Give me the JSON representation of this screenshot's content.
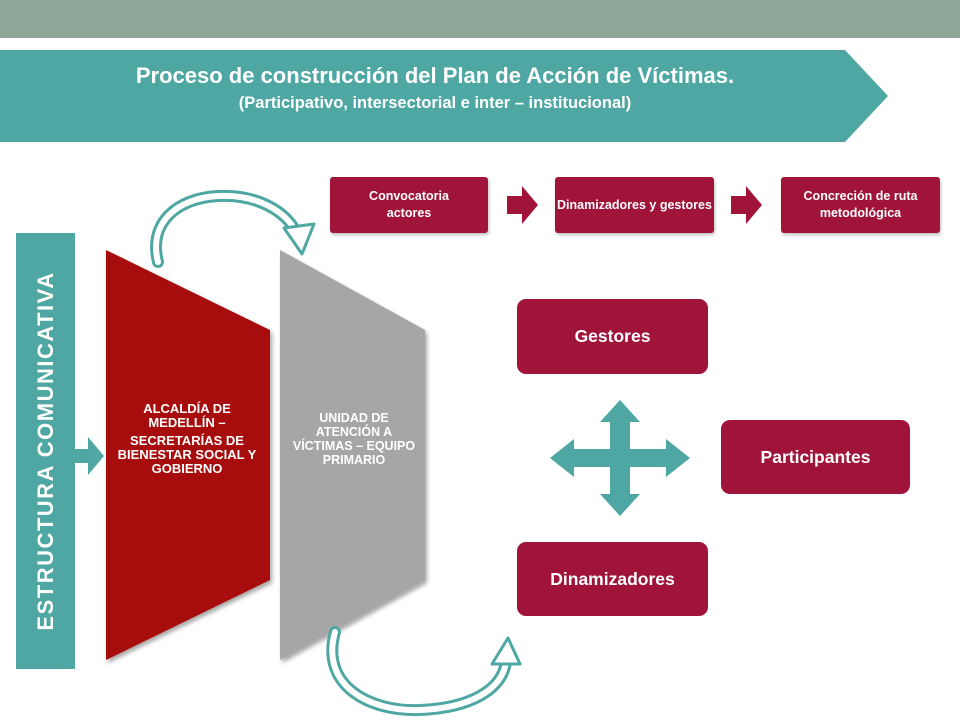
{
  "header": {
    "title": "Proceso de construcción del Plan de Acción de Víctimas.",
    "subtitle": "(Participativo, intersectorial e inter – institucional)"
  },
  "sidebar": {
    "label": "ESTRUCTURA COMUNICATIVA"
  },
  "left_block": {
    "line1": "ALCALDÍA DE MEDELLÍN –",
    "line2": "SECRETARÍAS DE BIENESTAR SOCIAL Y GOBIERNO"
  },
  "right_block": {
    "text": "UNIDAD DE ATENCIÓN A VÍCTIMAS – EQUIPO PRIMARIO"
  },
  "steps": {
    "step1_line1": "Convocatoria",
    "step1_line2": "actores",
    "step2": "Dinamizadores y gestores",
    "step3": "Concreción de ruta metodológica"
  },
  "roles": {
    "top": "Gestores",
    "right": "Participantes",
    "bottom": "Dinamizadores"
  },
  "colors": {
    "teal": "#4ea7a2",
    "crimson": "#a0143a",
    "dark_red": "#a80d0d",
    "gray": "#a6a6a6",
    "top_bar": "#8fa69a"
  }
}
